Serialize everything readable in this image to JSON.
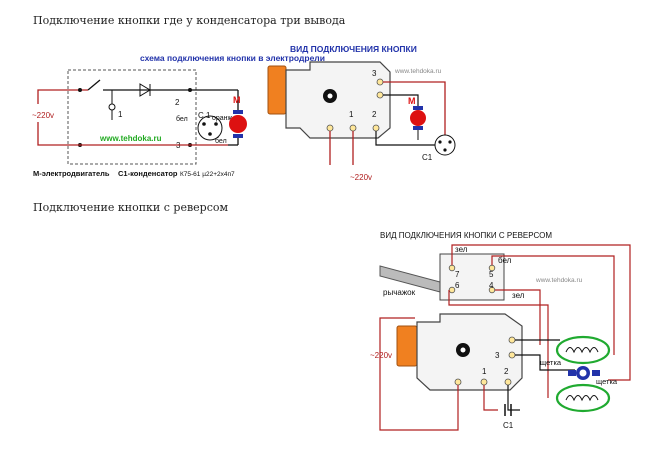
{
  "captions": {
    "top": "Подключение кнопки где у конденсатора три вывода",
    "bottom": "Подключение кнопки с реверсом"
  },
  "schematic": {
    "title": "схема подключения кнопки в электродрели",
    "site": "www.tehdoka.ru",
    "voltage": "~220v",
    "n1": "1",
    "n2": "2",
    "n3": "3",
    "cap_label": "С 1",
    "wire_orange": "оранж",
    "wire_white1": "бел",
    "wire_white2": "бел",
    "motor": "М",
    "legend_motor": "М-электродвигатель",
    "legend_cap": "С1-конденсатор",
    "legend_cap_spec": "К75-61 µ22+2х4п7"
  },
  "view1": {
    "title": "ВИД ПОДКЛЮЧЕНИЯ КНОПКИ",
    "site": "www.tehdoka.ru",
    "n1": "1",
    "n2": "2",
    "n3": "3",
    "motor": "М",
    "cap": "С1",
    "voltage": "~220v"
  },
  "view2": {
    "title": "ВИД ПОДКЛЮЧЕНИЯ КНОПКИ С РЕВЕРСОМ",
    "site": "www.tehdoka.ru",
    "green_top": "зел",
    "white_top": "бел",
    "green_right": "зел",
    "lever": "рычажок",
    "n5": "5",
    "n6": "6",
    "n7": "7",
    "n4": "4",
    "n3": "3",
    "n2": "2",
    "n1": "1",
    "voltage": "~220v",
    "brush_left": "щетка",
    "brush_right": "щетка",
    "cap": "С1"
  },
  "colors": {
    "wire": "#b02020",
    "diagram_blue": "#2233aa",
    "green_mark": "#20aa30",
    "orange": "#f08020",
    "motor_red": "#dd1111"
  }
}
